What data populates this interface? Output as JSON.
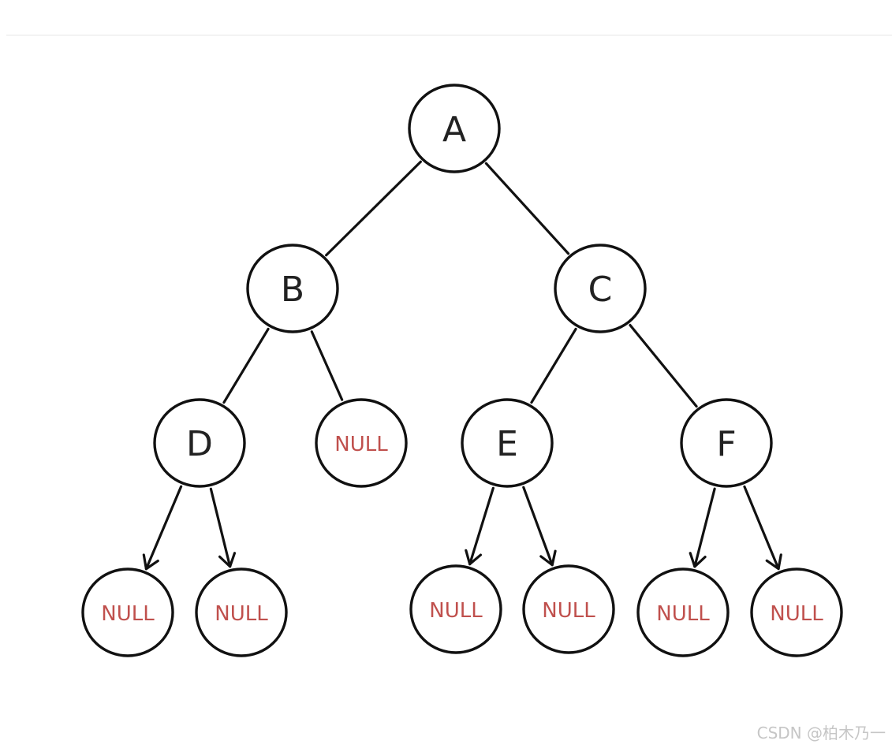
{
  "tree": {
    "nodes": [
      {
        "id": "A",
        "label": "A",
        "kind": "node"
      },
      {
        "id": "B",
        "label": "B",
        "kind": "node"
      },
      {
        "id": "C",
        "label": "C",
        "kind": "node"
      },
      {
        "id": "D",
        "label": "D",
        "kind": "node"
      },
      {
        "id": "B_right_null",
        "label": "NULL",
        "kind": "null"
      },
      {
        "id": "E",
        "label": "E",
        "kind": "node"
      },
      {
        "id": "F",
        "label": "F",
        "kind": "node"
      },
      {
        "id": "D_left_null",
        "label": "NULL",
        "kind": "null"
      },
      {
        "id": "D_right_null",
        "label": "NULL",
        "kind": "null"
      },
      {
        "id": "E_left_null",
        "label": "NULL",
        "kind": "null"
      },
      {
        "id": "E_right_null",
        "label": "NULL",
        "kind": "null"
      },
      {
        "id": "F_left_null",
        "label": "NULL",
        "kind": "null"
      },
      {
        "id": "F_right_null",
        "label": "NULL",
        "kind": "null"
      }
    ],
    "edges": [
      {
        "from": "A",
        "to": "B",
        "arrow": false
      },
      {
        "from": "A",
        "to": "C",
        "arrow": false
      },
      {
        "from": "B",
        "to": "D",
        "arrow": false
      },
      {
        "from": "B",
        "to": "B_right_null",
        "arrow": false
      },
      {
        "from": "C",
        "to": "E",
        "arrow": false
      },
      {
        "from": "C",
        "to": "F",
        "arrow": false
      },
      {
        "from": "D",
        "to": "D_left_null",
        "arrow": true
      },
      {
        "from": "D",
        "to": "D_right_null",
        "arrow": true
      },
      {
        "from": "E",
        "to": "E_left_null",
        "arrow": true
      },
      {
        "from": "E",
        "to": "E_right_null",
        "arrow": true
      },
      {
        "from": "F",
        "to": "F_left_null",
        "arrow": true
      },
      {
        "from": "F",
        "to": "F_right_null",
        "arrow": true
      }
    ]
  },
  "colors": {
    "stroke": "#111111",
    "letter": "#222222",
    "null_label": "#c0504d",
    "watermark": "#c6c6c6"
  },
  "watermark": "CSDN @柏木乃一"
}
